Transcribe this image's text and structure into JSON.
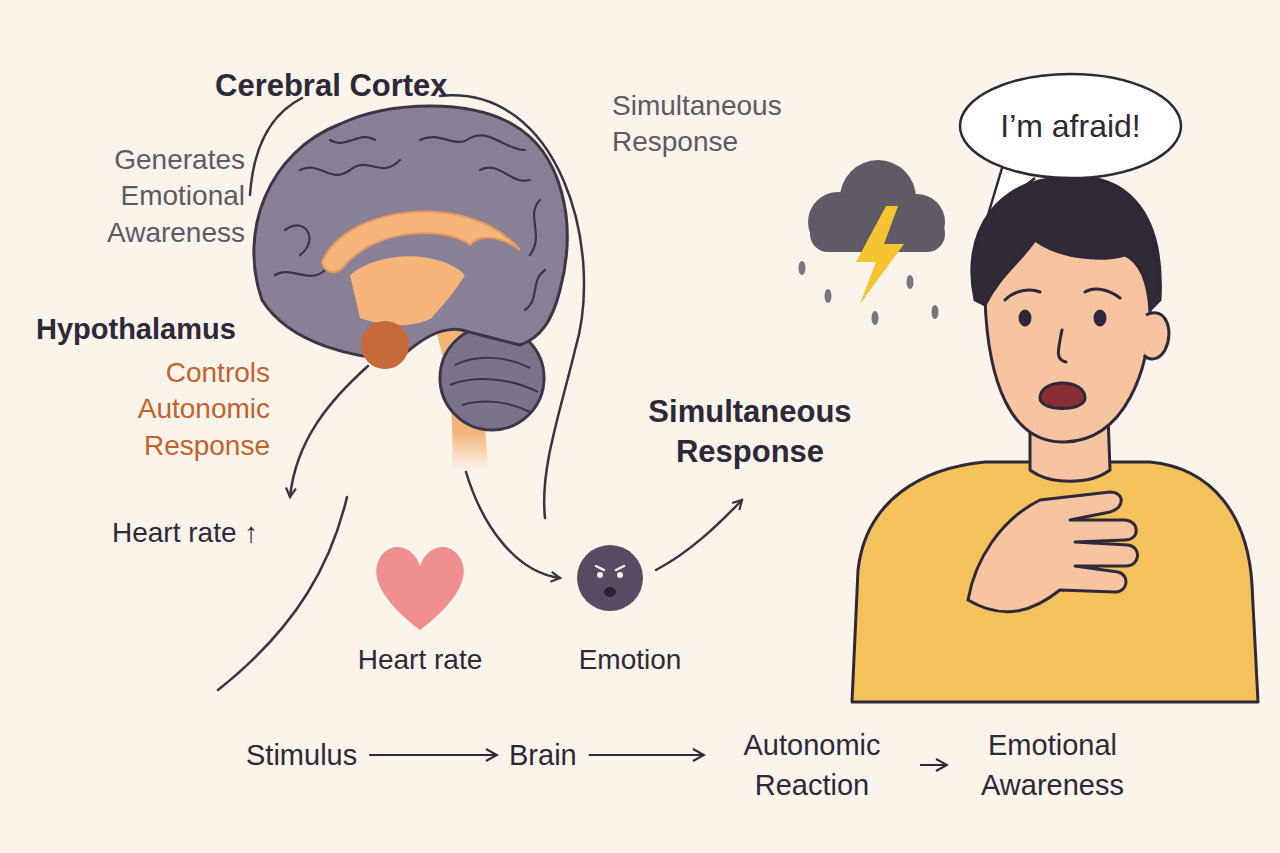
{
  "diagram": {
    "nodes": [
      {
        "text": [
          "I’m afraid!"
        ]
      },
      {
        "text": [
          "Stimulus"
        ]
      },
      {
        "text": [
          "Brain"
        ]
      },
      {
        "text": [
          "Autonomic Reaction"
        ]
      },
      {
        "text": [
          "Emotional Awareness"
        ]
      }
    ],
    "edges": [
      {
        "from": 1,
        "to": 2,
        "arrow": "to"
      },
      {
        "from": 2,
        "to": 3,
        "arrow": "to"
      },
      {
        "from": 3,
        "to": 4,
        "arrow": "to"
      }
    ],
    "labels": [
      "Cerebral Cortex",
      "Simultaneous Response",
      "Generates Emotional Awareness",
      "Hypothalamus",
      "Controls Autonomic Response",
      "Simultaneous Response",
      "Heart rate ↑",
      "Heart rate",
      "Emotion"
    ]
  }
}
